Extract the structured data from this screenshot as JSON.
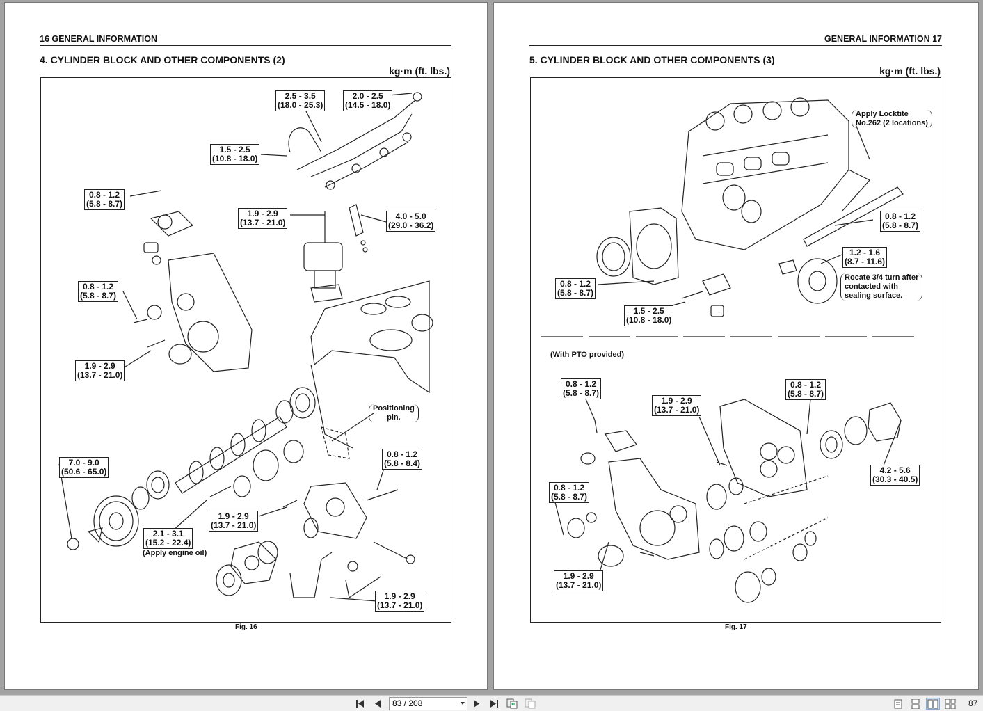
{
  "left_page": {
    "header": "16  GENERAL INFORMATION",
    "section_title": "4.  CYLINDER BLOCK AND OTHER COMPONENTS (2)",
    "units": "kg·m (ft. lbs.)",
    "figure_caption": "Fig. 16",
    "labels": [
      {
        "l1": "2.5 - 3.5",
        "l2": "(18.0 - 25.3)"
      },
      {
        "l1": "2.0 - 2.5",
        "l2": "(14.5 - 18.0)"
      },
      {
        "l1": "1.5 - 2.5",
        "l2": "(10.8 - 18.0)"
      },
      {
        "l1": "0.8 - 1.2",
        "l2": "(5.8 - 8.7)"
      },
      {
        "l1": "1.9 - 2.9",
        "l2": "(13.7 - 21.0)"
      },
      {
        "l1": "4.0 - 5.0",
        "l2": "(29.0 - 36.2)"
      },
      {
        "l1": "0.8 - 1.2",
        "l2": "(5.8 - 8.7)"
      },
      {
        "l1": "1.9 - 2.9",
        "l2": "(13.7 - 21.0)"
      },
      {
        "l1": "7.0 - 9.0",
        "l2": "(50.6 - 65.0)"
      },
      {
        "l1": "0.8 - 1.2",
        "l2": "(5.8 - 8.4)"
      },
      {
        "l1": "1.9 - 2.9",
        "l2": "(13.7 - 21.0)"
      },
      {
        "l1": "2.1 - 3.1",
        "l2": "(15.2 - 22.4)"
      },
      {
        "l1": "1.9 - 2.9",
        "l2": "(13.7 - 21.0)"
      }
    ],
    "note_positioning_1": "Positioning",
    "note_positioning_2": "pin.",
    "note_engine_oil": "(Apply engine oil)"
  },
  "right_page": {
    "header": "GENERAL INFORMATION  17",
    "section_title": "5.  CYLINDER BLOCK AND OTHER COMPONENTS (3)",
    "units": "kg·m (ft. lbs.)",
    "figure_caption": "Fig. 17",
    "labels": [
      {
        "l1": "0.8 - 1.2",
        "l2": "(5.8 - 8.7)"
      },
      {
        "l1": "1.2 - 1.6",
        "l2": "(8.7 - 11.6)"
      },
      {
        "l1": "0.8 - 1.2",
        "l2": "(5.8 - 8.7)"
      },
      {
        "l1": "1.5 - 2.5",
        "l2": "(10.8 - 18.0)"
      },
      {
        "l1": "0.8 - 1.2",
        "l2": "(5.8 - 8.7)"
      },
      {
        "l1": "1.9 - 2.9",
        "l2": "(13.7 - 21.0)"
      },
      {
        "l1": "0.8 - 1.2",
        "l2": "(5.8 - 8.7)"
      },
      {
        "l1": "4.2 - 5.6",
        "l2": "(30.3 - 40.5)"
      },
      {
        "l1": "0.8 - 1.2",
        "l2": "(5.8 - 8.7)"
      },
      {
        "l1": "1.9 - 2.9",
        "l2": "(13.7 - 21.0)"
      }
    ],
    "note_locktite_1": "Apply Locktite",
    "note_locktite_2": "No.262 (2 locations)",
    "note_rocate_1": "Rocate 3/4 turn after",
    "note_rocate_2": "contacted with",
    "note_rocate_3": "sealing surface.",
    "note_pto": "(With PTO provided)"
  },
  "toolbar": {
    "page_indicator": "83 / 208",
    "zoom": "87",
    "icons": [
      "first-page-icon",
      "prev-page-icon",
      "next-page-icon",
      "last-page-icon",
      "go-back-icon",
      "go-forward-icon",
      "single-page-view-icon",
      "continuous-view-icon",
      "two-page-view-icon",
      "two-page-continuous-view-icon"
    ]
  },
  "colors": {
    "background": "#a3a3a3",
    "page": "#ffffff",
    "ink": "#111111",
    "toolbar": "#f0f0f0"
  }
}
